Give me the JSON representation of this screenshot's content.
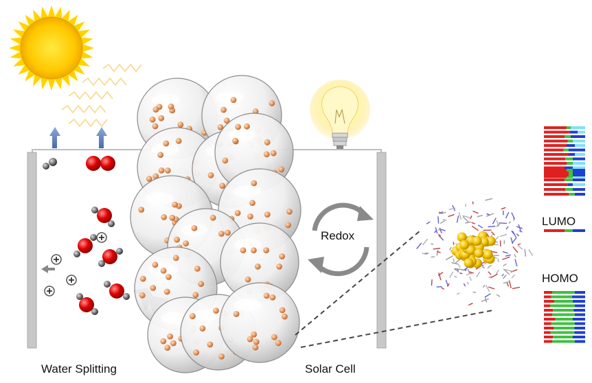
{
  "labels": {
    "water_splitting": "Water Splitting",
    "solar_cell": "Solar Cell",
    "redox": "Redox",
    "lumo": "LUMO",
    "homo": "HOMO"
  },
  "icons": {
    "sun": "sun-icon",
    "light_bulb": "light-bulb-icon",
    "lightning": "lightning-icon"
  },
  "colors": {
    "sun": "#ffd200",
    "oxygen": "#e00000",
    "hydrogen": "#777777",
    "electrode": "#c8c8c8",
    "particle": "#e8a06a",
    "cluster_core": "#f2c200",
    "orbital_red": "#e02020",
    "orbital_blue": "#1f3fd0",
    "orbital_green": "#40c040",
    "orbital_cyan": "#7fe0ff"
  }
}
